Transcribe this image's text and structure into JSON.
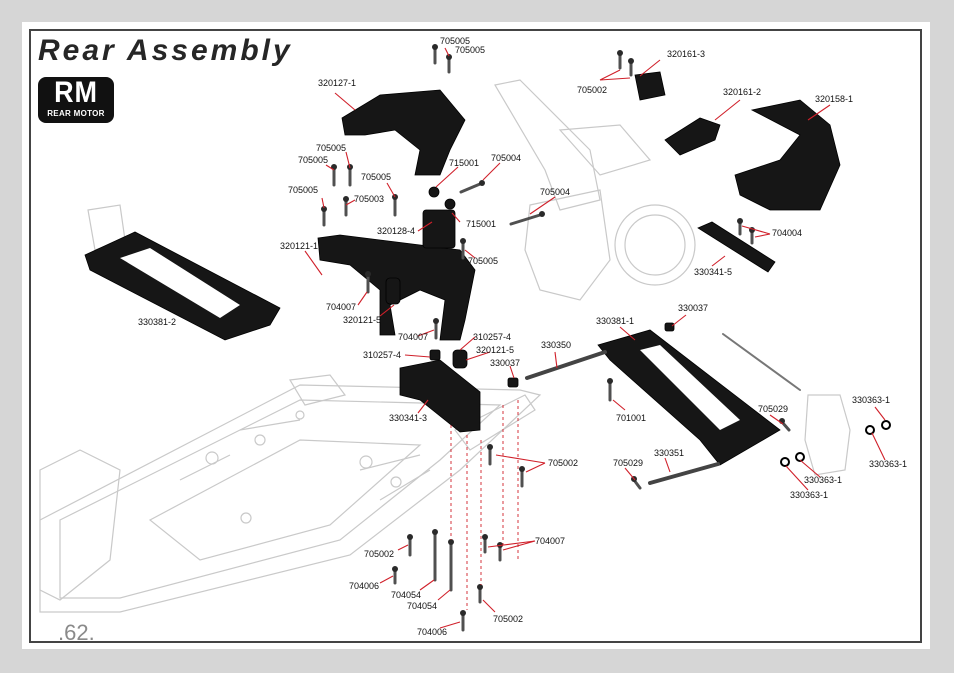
{
  "header": {
    "title": "Rear Assembly",
    "badge_logo": "RM",
    "badge_sub": "REAR MOTOR"
  },
  "footer": {
    "page_number": ".62."
  },
  "part_labels": [
    "705005",
    "705005",
    "320127-1",
    "705005",
    "705005",
    "705005",
    "705005",
    "715001",
    "705004",
    "705003",
    "320128-4",
    "715001",
    "705005",
    "320121-1",
    "704007",
    "320121-5",
    "704007",
    "310257-4",
    "320121-5",
    "310257-4",
    "330037",
    "330341-3",
    "330350",
    "330381-2",
    "320161-3",
    "705002",
    "320161-2",
    "320158-1",
    "705004",
    "704004",
    "330341-5",
    "330037",
    "330381-1",
    "701001",
    "705029",
    "330363-1",
    "330363-1",
    "705029",
    "330351",
    "330363-1",
    "330363-1",
    "705002",
    "704007",
    "705002",
    "704006",
    "704054",
    "704054",
    "704006",
    "705002"
  ]
}
